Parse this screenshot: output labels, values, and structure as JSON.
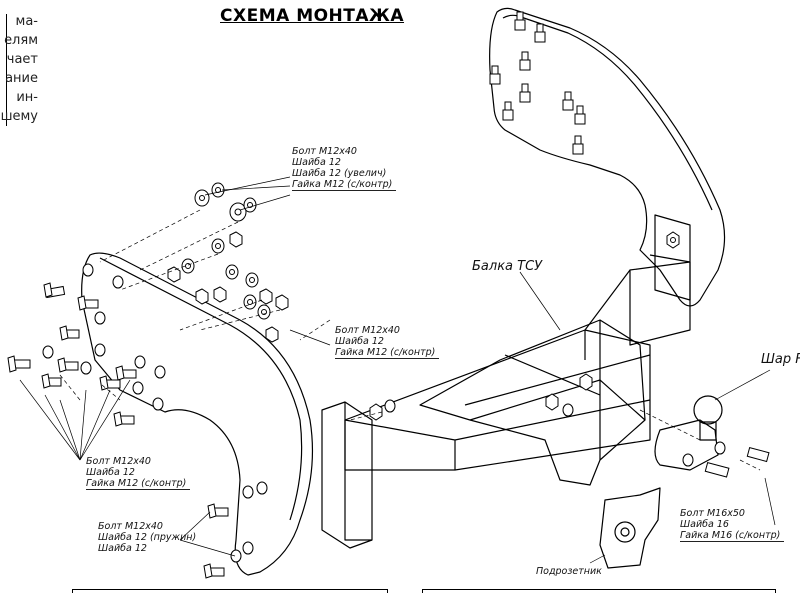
{
  "title": "СХЕМА МОНТАЖА",
  "side_text": [
    "ма-",
    "елям",
    "чает",
    "ание",
    "ин-",
    "шему"
  ],
  "labels": {
    "top_group": [
      "Болт М12х40",
      "Шайба 12",
      "Шайба 12 (увелич)",
      "Гайка М12 (с/контр)"
    ],
    "mid_group": [
      "Болт М12х40",
      "Шайба 12",
      "Гайка М12 (с/контр)"
    ],
    "left_group": [
      "Болт М12х40",
      "Шайба 12",
      "Гайка М12 (с/контр)"
    ],
    "bottom_group": [
      "Болт М12х40",
      "Шайба 12 (пружин)",
      "Шайба 12"
    ],
    "ball_group": [
      "Болт М16х50",
      "Шайба 16",
      "Гайка М16 (с/контр)"
    ],
    "beam": "Балка ТСУ",
    "ball": "Шар F",
    "socket": "Подрозетник"
  }
}
